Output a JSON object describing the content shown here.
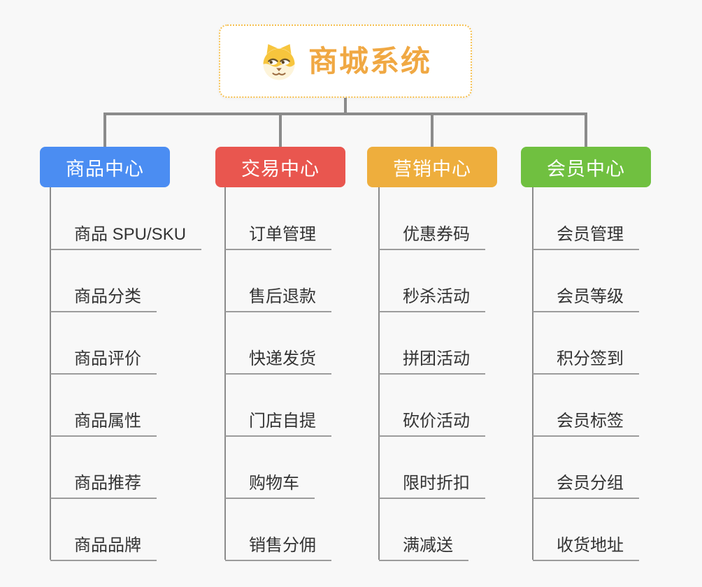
{
  "root": {
    "title": "商城系统",
    "icon": "dog-icon"
  },
  "branches": [
    {
      "id": "product-center",
      "label": "商品中心",
      "color": "#4b8df2",
      "items": [
        "商品 SPU/SKU",
        "商品分类",
        "商品评价",
        "商品属性",
        "商品推荐",
        "商品品牌"
      ]
    },
    {
      "id": "trade-center",
      "label": "交易中心",
      "color": "#e9564f",
      "items": [
        "订单管理",
        "售后退款",
        "快递发货",
        "门店自提",
        "购物车",
        "销售分佣"
      ]
    },
    {
      "id": "marketing-center",
      "label": "营销中心",
      "color": "#eeae3d",
      "items": [
        "优惠券码",
        "秒杀活动",
        "拼团活动",
        "砍价活动",
        "限时折扣",
        "满减送"
      ]
    },
    {
      "id": "member-center",
      "label": "会员中心",
      "color": "#70c040",
      "items": [
        "会员管理",
        "会员等级",
        "积分签到",
        "会员标签",
        "会员分组",
        "收货地址"
      ]
    }
  ],
  "colors": {
    "background": "#f8f8f8",
    "connector": "#8b8b8b",
    "item_underline": "#9c9c9c",
    "item_text": "#333333",
    "root_title": "#f0a843",
    "root_border": "#f6c04e",
    "header_text": "#ffffff"
  }
}
